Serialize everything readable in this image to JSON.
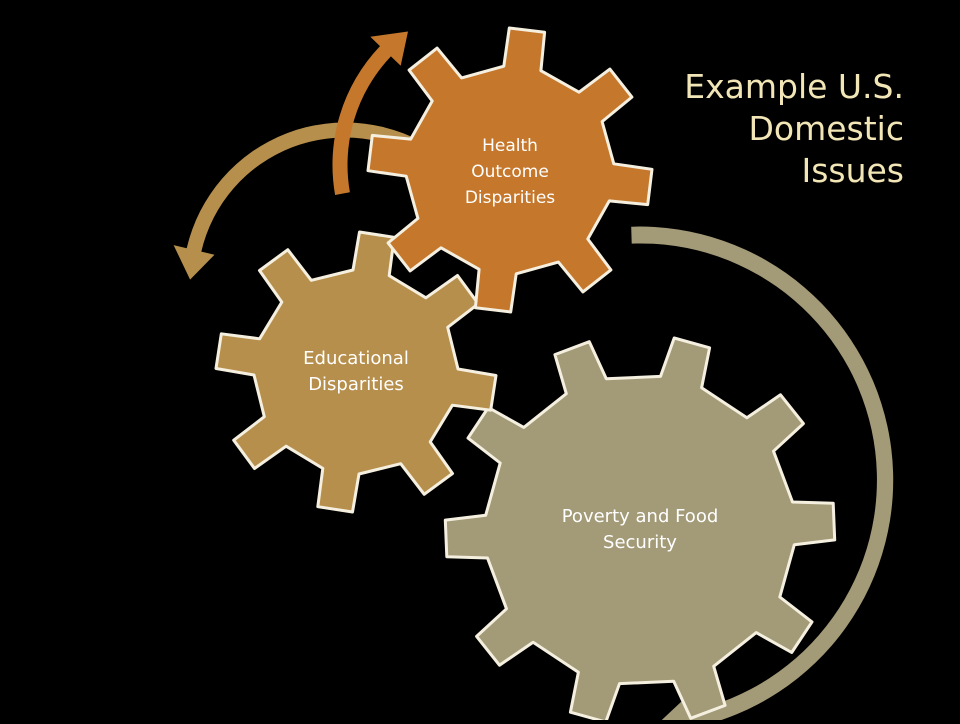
{
  "slide": {
    "title_lines": [
      "Example U.S.",
      "Domestic",
      "Issues"
    ],
    "title_color": "#f2e6b6",
    "background": "#000000"
  },
  "gears": [
    {
      "id": "poverty",
      "lines": [
        "Poverty and Food",
        "Security"
      ],
      "fill": "#a39a78",
      "text_color": "#ffffff"
    },
    {
      "id": "education",
      "lines": [
        "Educational",
        "Disparities"
      ],
      "fill": "#b78f4c",
      "text_color": "#ffffff"
    },
    {
      "id": "health",
      "lines": [
        "Health",
        "Outcome",
        "Disparities"
      ],
      "fill": "#c5772c",
      "text_color": "#ffffff"
    }
  ],
  "arrows": [
    {
      "id": "poverty-to-education",
      "color": "#a39a78"
    },
    {
      "id": "education-to-health",
      "color": "#b78f4c"
    },
    {
      "id": "health-loop",
      "color": "#c5772c"
    }
  ],
  "outline_color": "#f5efe0"
}
